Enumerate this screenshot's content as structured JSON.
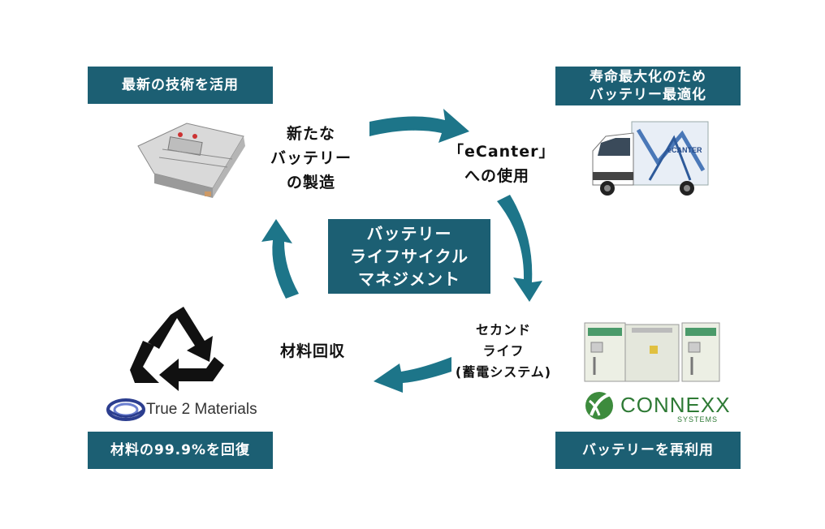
{
  "center_title": [
    "バッテリー",
    "ライフサイクル",
    "マネジメント"
  ],
  "corner_boxes": {
    "top_left": [
      "最新の技術を活用"
    ],
    "top_right": [
      "寿命最大化のため",
      "バッテリー最適化"
    ],
    "bottom_left": [
      "材料の99.9%を回復"
    ],
    "bottom_right": [
      "バッテリーを再利用"
    ]
  },
  "cycle_labels": {
    "manufacture": [
      "新たな",
      "バッテリー",
      "の製造"
    ],
    "use": [
      "「eCanter」",
      "への使用"
    ],
    "second_life": [
      "セカンド",
      "ライフ",
      "(蓄電システム)"
    ],
    "recycle": [
      "材料回収"
    ]
  },
  "logos": {
    "true2": "True 2 Materials",
    "connexx_main": "CONNEXX",
    "connexx_sub": "SYSTEMS",
    "truck_brand": "eCANTER"
  },
  "colors": {
    "box_bg": "#1c5f73",
    "arrow": "#1d7589",
    "connexx_green": "#3d8b3d"
  },
  "icons": [
    "battery-pack-image",
    "truck-image",
    "recycle-icon",
    "storage-units-image",
    "connexx-leaf-icon",
    "true2-globe-icon"
  ]
}
